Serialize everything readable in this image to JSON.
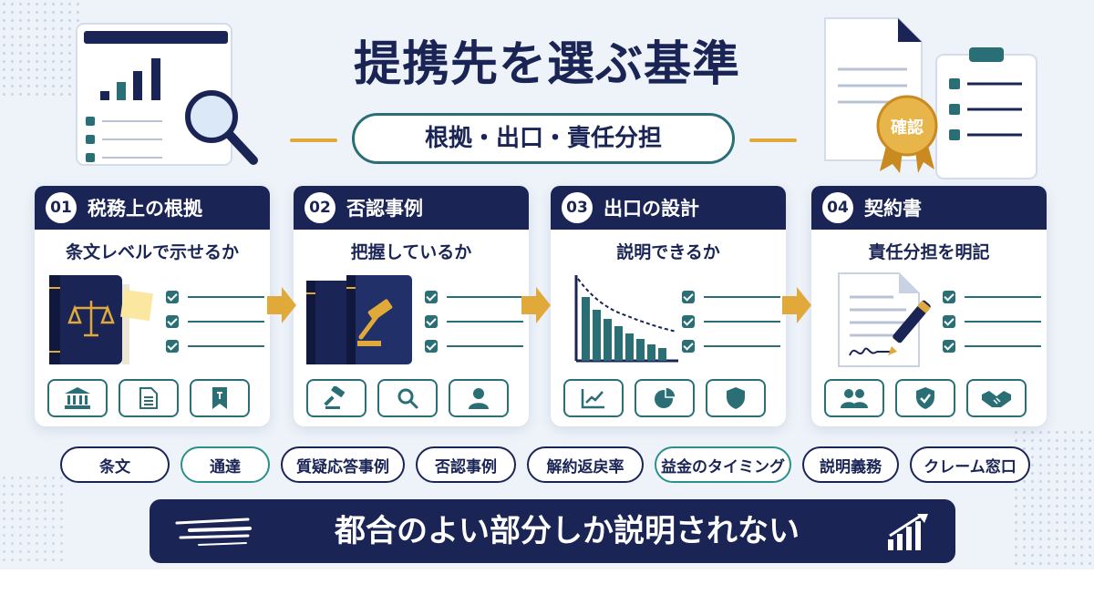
{
  "title": "提携先を選ぶ基準",
  "subtitle": "根拠・出口・責任分担",
  "badge": "確認",
  "cards": [
    {
      "num": "01",
      "title": "税務上の根拠",
      "sub": "条文レベルで示せるか",
      "icons": [
        "bank-icon",
        "document-icon",
        "bookmark-icon"
      ]
    },
    {
      "num": "02",
      "title": "否認事例",
      "sub": "把握しているか",
      "icons": [
        "gavel-icon",
        "search-icon",
        "person-icon"
      ]
    },
    {
      "num": "03",
      "title": "出口の設計",
      "sub": "説明できるか",
      "icons": [
        "line-chart-icon",
        "pie-chart-icon",
        "shield-icon"
      ]
    },
    {
      "num": "04",
      "title": "契約書",
      "sub": "責任分担を明記",
      "icons": [
        "people-icon",
        "shield-check-icon",
        "handshake-icon"
      ]
    }
  ],
  "tags": [
    "条文",
    "通達",
    "質疑応答事例",
    "否認事例",
    "解約返戻率",
    "益金のタイミング",
    "説明義務",
    "クレーム窓口"
  ],
  "banner": "都合のよい部分しか説明されない",
  "colors": {
    "navy": "#1a2556",
    "teal": "#2b6f76",
    "gold": "#e0a93a"
  }
}
